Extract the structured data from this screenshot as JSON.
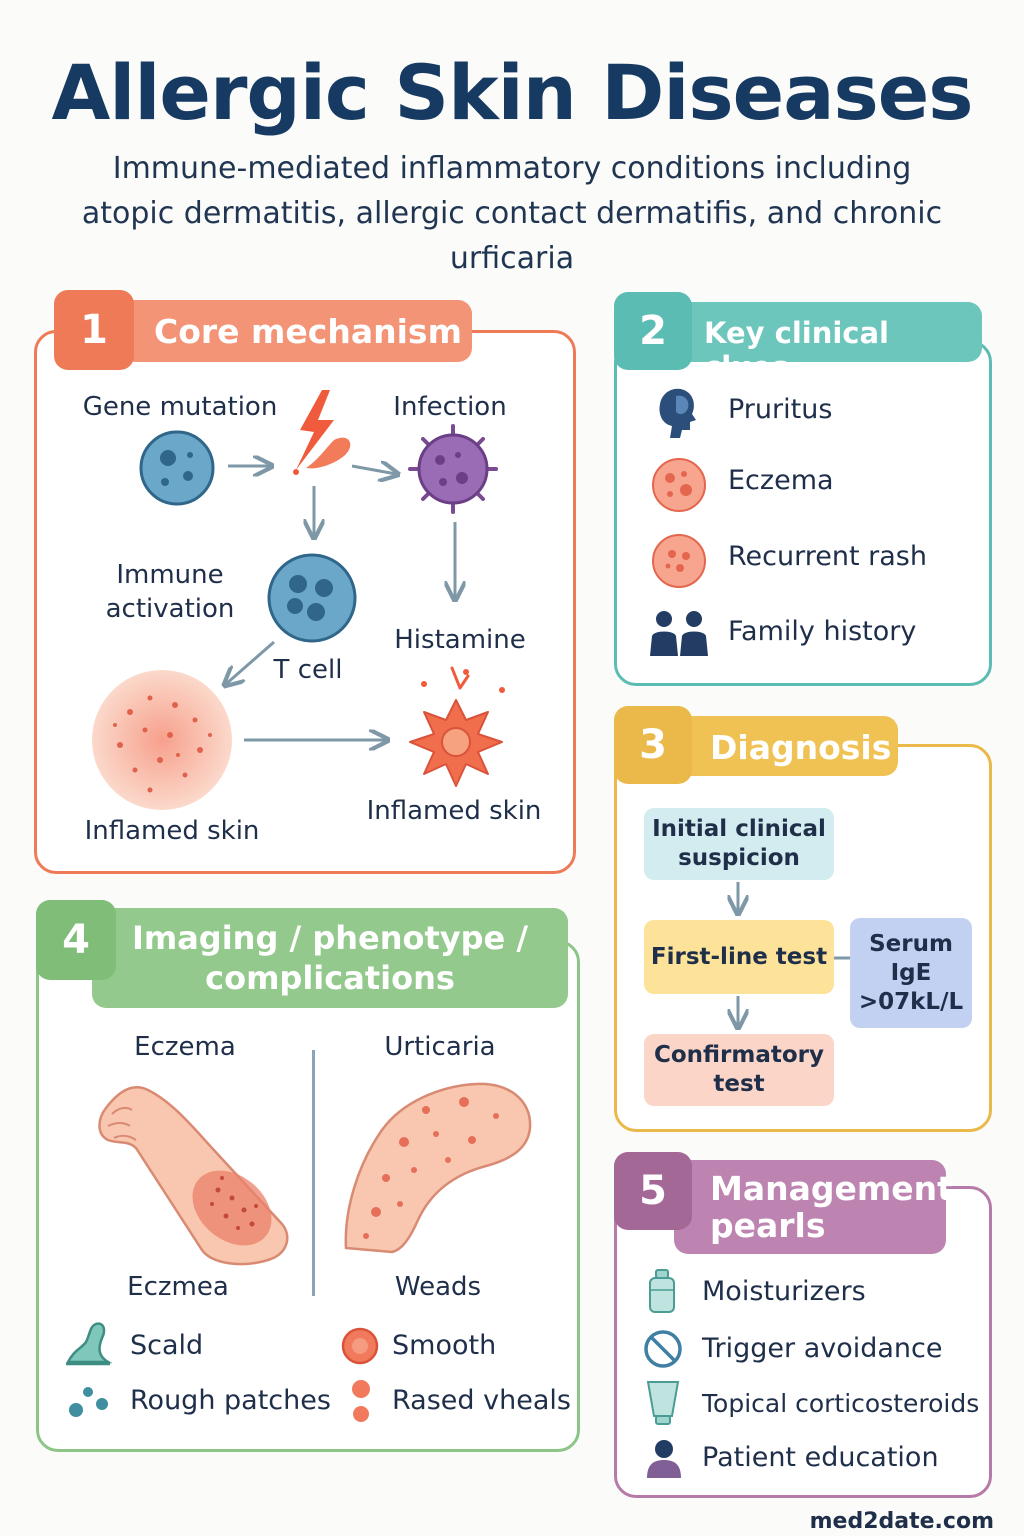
{
  "header": {
    "title": "Allergic Skin Diseases",
    "subtitle_lines": [
      "Immune-mediated inflammatory conditions including",
      "atopic dermatitis, allergic contact dermatifis, and chronic",
      "urficaria"
    ]
  },
  "section1": {
    "number": "1",
    "title": "Core mechanism",
    "labels": {
      "gene_mutation": "Gene mutation",
      "infection": "Infection",
      "immune_activation_1": "Immune",
      "immune_activation_2": "activation",
      "t_cell": "T cell",
      "histamine": "Histamine",
      "inflamed_skin_left": "Inflamed skin",
      "inflamed_skin_right": "Inflamed skin"
    }
  },
  "section2": {
    "number": "2",
    "title": "Key clinical clues",
    "items": [
      {
        "label": "Pruritus",
        "icon": "head-icon"
      },
      {
        "label": "Eczema",
        "icon": "rash-icon"
      },
      {
        "label": "Recurrent rash",
        "icon": "rash-icon"
      },
      {
        "label": "Family history",
        "icon": "people-icon"
      }
    ]
  },
  "section3": {
    "number": "3",
    "title": "Diagnosis",
    "initial_1": "Initial clinical",
    "initial_2": "suspicion",
    "first_line": "First-line test",
    "serum_1": "Serum",
    "serum_2": "IgE",
    "serum_3": ">07kL/L",
    "confirm_1": "Confirmatory",
    "confirm_2": "test"
  },
  "section4": {
    "number": "4",
    "title_1": "Imaging / phenotype /",
    "title_2": "complications",
    "left_heading": "Eczema",
    "right_heading": "Urticaria",
    "left_caption": "Eczmea",
    "right_caption": "Weads",
    "features": [
      {
        "label": "Scald",
        "icon": "scald-icon"
      },
      {
        "label": "Smooth",
        "icon": "smooth-icon"
      },
      {
        "label": "Rough patches",
        "icon": "dots-icon"
      },
      {
        "label": "Rased vheals",
        "icon": "wheal-icon"
      }
    ]
  },
  "section5": {
    "number": "5",
    "title_1": "Management",
    "title_2": "pearls",
    "items": [
      {
        "label": "Moisturizers",
        "icon": "bottle-icon"
      },
      {
        "label": "Trigger avoidance",
        "icon": "no-icon"
      },
      {
        "label": "Topical corticosteroids",
        "icon": "tube-icon"
      },
      {
        "label": "Patient education",
        "icon": "person-icon"
      }
    ]
  },
  "footer": "med2date.com",
  "colors": {
    "section1": "#ef7a57",
    "section2": "#5bbcb3",
    "section3": "#eab94a",
    "section4": "#8cc586",
    "section5": "#b57aa8"
  }
}
